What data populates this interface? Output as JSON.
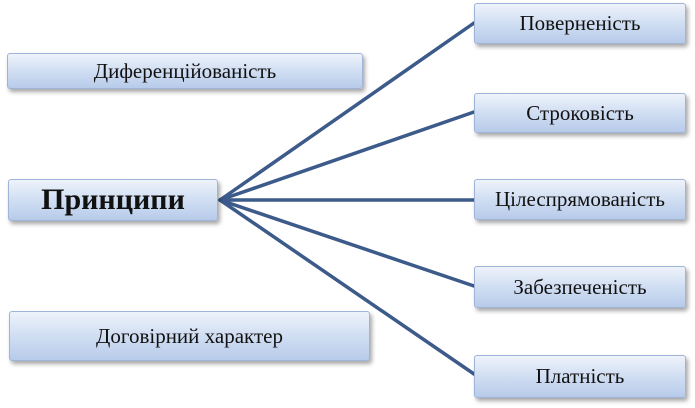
{
  "diagram": {
    "center": {
      "label": "Принципи"
    },
    "left": [
      {
        "label": "Диференційованість"
      },
      {
        "label": "Договірний характер"
      }
    ],
    "right": [
      {
        "label": "Поверненість"
      },
      {
        "label": "Строковість"
      },
      {
        "label": "Цілеспрямованість"
      },
      {
        "label": "Забезпеченість"
      },
      {
        "label": "Платність"
      }
    ],
    "colors": {
      "connector": "#3c5a8a",
      "box_border": "#9fb4d6"
    }
  }
}
